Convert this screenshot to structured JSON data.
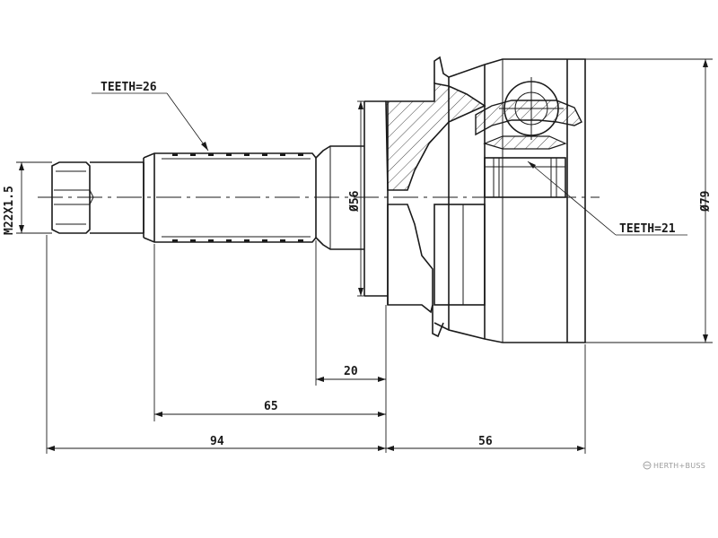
{
  "drawing": {
    "thread_label": "M22X1.5",
    "teeth_outer": "TEETH=26",
    "teeth_inner": "TEETH=21",
    "dia_small": "Ø56",
    "dia_large": "Ø79",
    "dim_20": "20",
    "dim_65": "65",
    "dim_94": "94",
    "dim_56": "56"
  },
  "brand": {
    "name": "HERTH+BUSS"
  }
}
